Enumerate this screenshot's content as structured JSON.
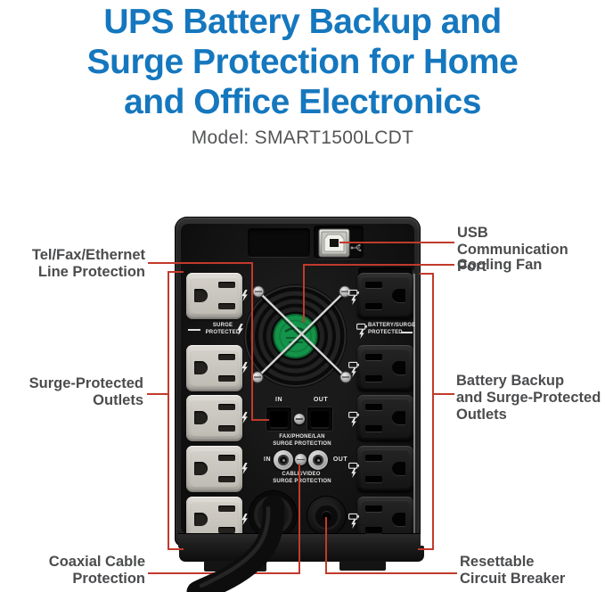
{
  "header": {
    "title_line1": "UPS Battery Backup and",
    "title_line2": "Surge Protection for Home",
    "title_line3": "and Office Electronics",
    "model": "Model: SMART1500LCDT"
  },
  "callouts": {
    "tel_fax_line1": "Tel/Fax/Ethernet",
    "tel_fax_line2": "Line Protection",
    "surge_line1": "Surge-Protected",
    "surge_line2": "Outlets",
    "coax_line1": "Coaxial Cable",
    "coax_line2": "Protection",
    "usb_line1": "USB Communication",
    "usb_line2": "Port",
    "cooling_fan": "Cooling Fan",
    "battery_line1": "Battery Backup",
    "battery_line2": "and Surge-Protected",
    "battery_line3": "Outlets",
    "breaker_line1": "Resettable",
    "breaker_line2": "Circuit Breaker"
  },
  "device": {
    "surge_col_line1": "SURGE",
    "surge_col_line2": "PROTECTED",
    "battery_col_line1": "BATTERY/SURGE",
    "battery_col_line2": "PROTECTED",
    "fax_in": "IN",
    "fax_out": "OUT",
    "fax_title1": "FAX/PHONE/LAN",
    "fax_title2": "SURGE PROTECTION",
    "cable_in": "IN",
    "cable_out": "OUT",
    "cable_title1": "CABLE/VIDEO",
    "cable_title2": "SURGE PROTECTION"
  },
  "colors": {
    "title_blue": "#1577BE",
    "model_gray": "#545557",
    "label_gray": "#4B4C4E",
    "callout_red": "#C13A2B",
    "fan_sticker_green": "#14934A",
    "outlet_gray": "#CBC8C0"
  }
}
